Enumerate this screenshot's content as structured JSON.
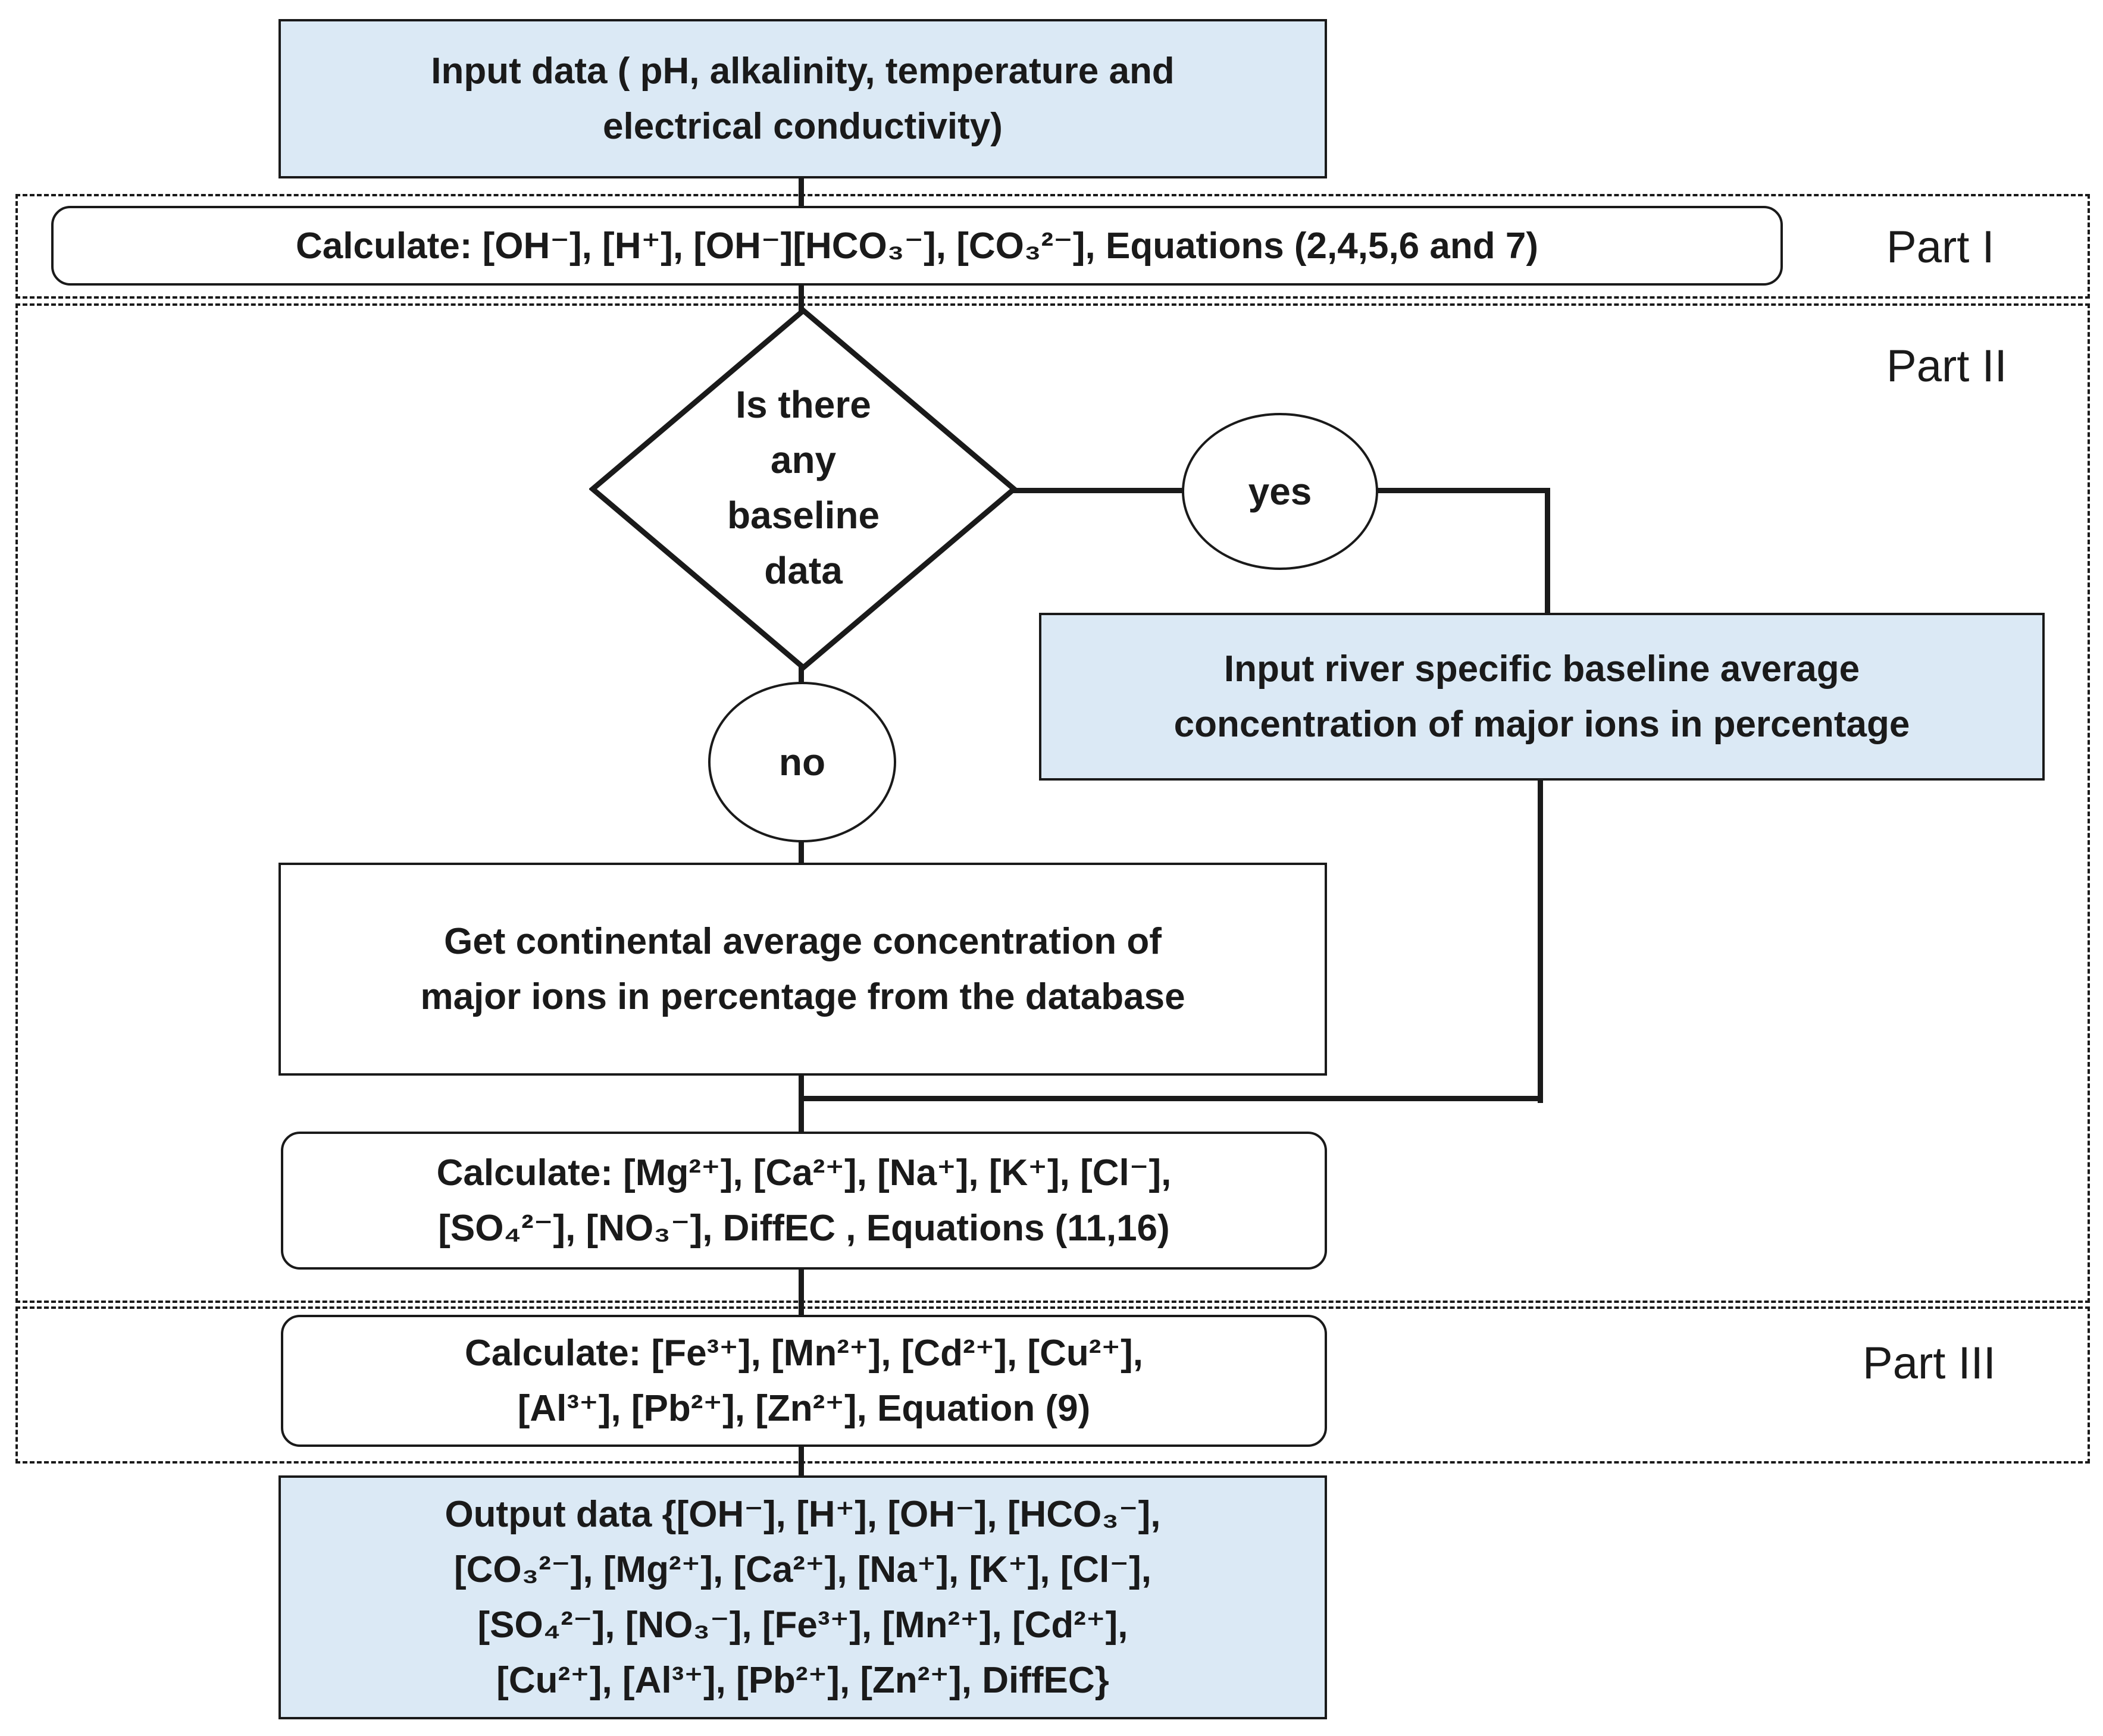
{
  "sections": {
    "part1_label": "Part I",
    "part2_label": "Part II",
    "part3_label": "Part III"
  },
  "nodes": {
    "input_data": {
      "line1": "Input data ( pH, alkalinity,  temperature and",
      "line2": "electrical conductivity)"
    },
    "calc_part1": {
      "text": "Calculate: [OH⁻],  [H⁺], [OH⁻][HCO₃⁻], [CO₃²⁻], Equations (2,4,5,6 and 7)"
    },
    "decision": {
      "line1": "Is there",
      "line2": "any",
      "line3": "baseline",
      "line4": "data"
    },
    "yes_label": "yes",
    "no_label": "no",
    "river_baseline": {
      "line1": "Input river specific baseline average",
      "line2": "concentration of major ions in percentage"
    },
    "continental_average": {
      "line1": "Get  continental average concentration of",
      "line2": "major ions in percentage from the database"
    },
    "calc_part2": {
      "line1": "Calculate: [Mg²⁺],  [Ca²⁺], [Na⁺], [K⁺], [Cl⁻],",
      "line2": "[SO₄²⁻], [NO₃⁻], DiffEC , Equations (11,16)"
    },
    "calc_part3": {
      "line1": "Calculate: [Fe³⁺],  [Mn²⁺], [Cd²⁺], [Cu²⁺],",
      "line2": "[Al³⁺], [Pb²⁺], [Zn²⁺], Equation (9)"
    },
    "output_data": {
      "line1": "Output data {[OH⁻],  [H⁺], [OH⁻], [HCO₃⁻],",
      "line2": "[CO₃²⁻],  [Mg²⁺],  [Ca²⁺], [Na⁺], [K⁺], [Cl⁻],",
      "line3": "[SO₄²⁻], [NO₃⁻], [Fe³⁺],  [Mn²⁺], [Cd²⁺],",
      "line4": "[Cu²⁺], [Al³⁺], [Pb²⁺], [Zn²⁺], DiffEC}"
    }
  },
  "colors": {
    "input_fill": "#dbe9f5",
    "stroke": "#1a1a1a"
  }
}
